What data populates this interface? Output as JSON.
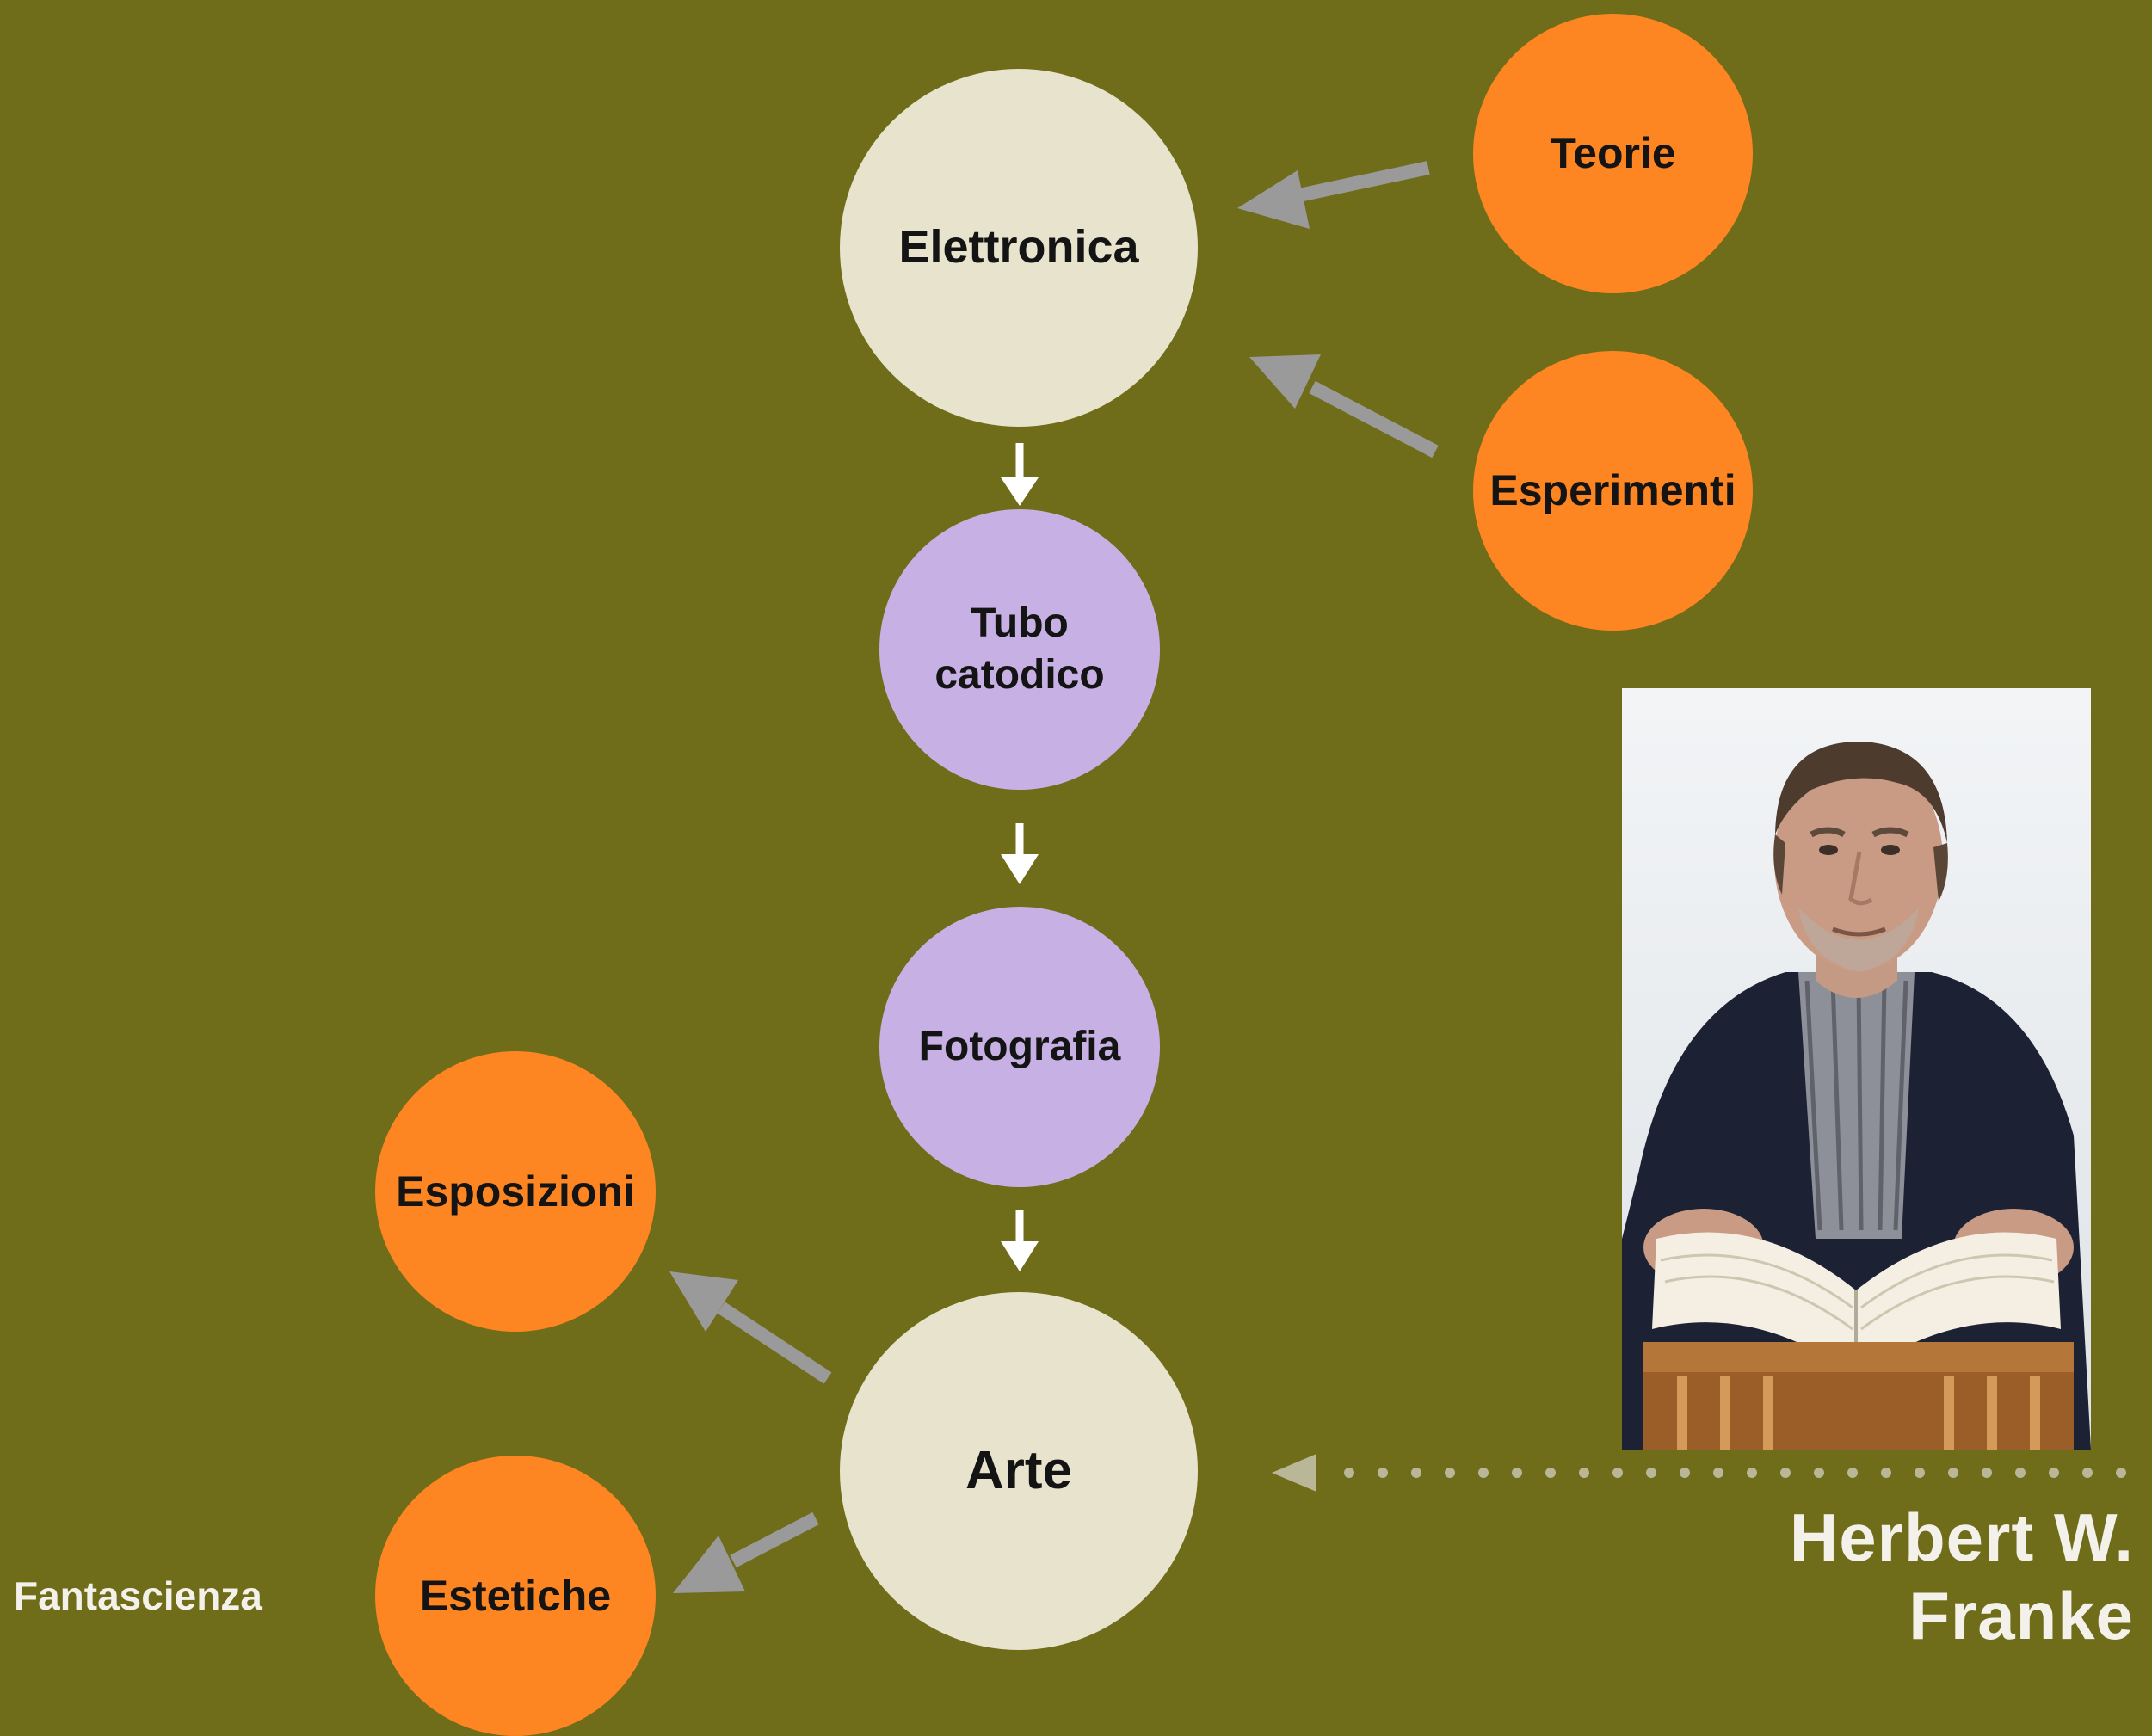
{
  "nodes": {
    "elettronica": "Elettronica",
    "teorie": "Teorie",
    "esperimenti": "Esperimenti",
    "tubo": "Tubo\ncatodico",
    "fotografia": "Fotografia",
    "arte": "Arte",
    "esposizioni": "Esposizioni",
    "estetiche": "Estetiche"
  },
  "labels": {
    "fantascienza": "Fantascienza",
    "person": "Herbert W. Franke"
  },
  "photo": {
    "subject": "portrait-of-man-reading-book"
  },
  "colors": {
    "background": "#6f6c1a",
    "core_node": "#e8e3cd",
    "process_node": "#c7b0e4",
    "satellite_node": "#fd8522",
    "grey_arrow": "#9a9a9a",
    "white_arrow": "#ffffff",
    "dotted_connector": "#b9b798"
  }
}
